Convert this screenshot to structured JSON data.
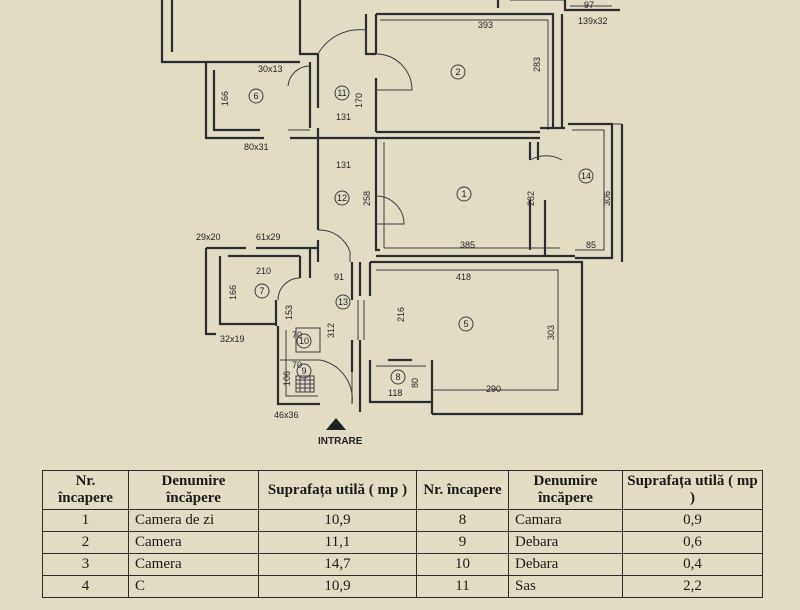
{
  "plan": {
    "entrance_label": "INTRARE",
    "dimensions": {
      "d393": "393",
      "d97": "97",
      "d139x32": "139x32",
      "d283": "283",
      "d30x13": "30x13",
      "d166a": "166",
      "d170": "170",
      "d131a": "131",
      "d80x31": "80x31",
      "d131b": "131",
      "d258": "258",
      "d282": "282",
      "d306": "306",
      "d385": "385",
      "d85": "85",
      "d29x20": "29x20",
      "d61x29": "61x29",
      "d210": "210",
      "d91": "91",
      "d418": "418",
      "d166b": "166",
      "d216": "216",
      "d303": "303",
      "d312": "312",
      "d153": "153",
      "d70a": "70",
      "d70b": "70",
      "d32x19": "32x19",
      "d106": "106",
      "d80": "80",
      "d118": "118",
      "d290": "290",
      "d46x36": "46x36"
    },
    "rooms": {
      "r1": "1",
      "r2": "2",
      "r5": "5",
      "r6": "6",
      "r7": "7",
      "r8": "8",
      "r9": "9",
      "r10": "10",
      "r11": "11",
      "r12": "12",
      "r13": "13",
      "r14": "14"
    }
  },
  "table": {
    "headers": {
      "nr_left": "Nr. încapere",
      "name_left": "Denumire încăpere",
      "area_left": "Suprafața utilă ( mp )",
      "nr_right": "Nr. încapere",
      "name_right": "Denumire încăpere",
      "area_right": "Suprafața utilă ( mp )"
    },
    "rows": [
      {
        "nr_a": "1",
        "name_a": "Camera de zi",
        "area_a": "10,9",
        "nr_b": "8",
        "name_b": "Camara",
        "area_b": "0,9"
      },
      {
        "nr_a": "2",
        "name_a": "Camera",
        "area_a": "11,1",
        "nr_b": "9",
        "name_b": "Debara",
        "area_b": "0,6"
      },
      {
        "nr_a": "3",
        "name_a": "Camera",
        "area_a": "14,7",
        "nr_b": "10",
        "name_b": "Debara",
        "area_b": "0,4"
      },
      {
        "nr_a": "4",
        "name_a": "C",
        "area_a": "10,9",
        "nr_b": "11",
        "name_b": "Sas",
        "area_b": "2,2"
      }
    ]
  }
}
